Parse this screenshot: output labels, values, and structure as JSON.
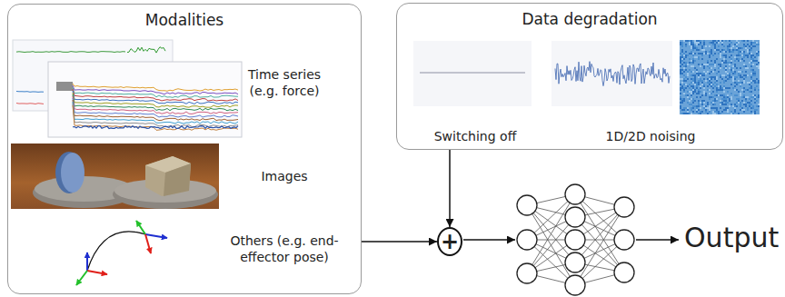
{
  "diagram": {
    "nodes": [
      {
        "text": [
          "Modalities"
        ]
      },
      {
        "text": [
          "Data degradation"
        ]
      },
      {
        "text": [
          "+"
        ]
      }
    ],
    "edges": [
      {
        "from": 0,
        "to": 2,
        "arrow": "to"
      },
      {
        "from": 1,
        "to": 2,
        "arrow": "to"
      }
    ],
    "labels": [
      "Time series (e.g. force)",
      "Images",
      "Others (e.g. end-effector pose)",
      "Switching off",
      "1D/2D noising",
      "Output"
    ]
  }
}
